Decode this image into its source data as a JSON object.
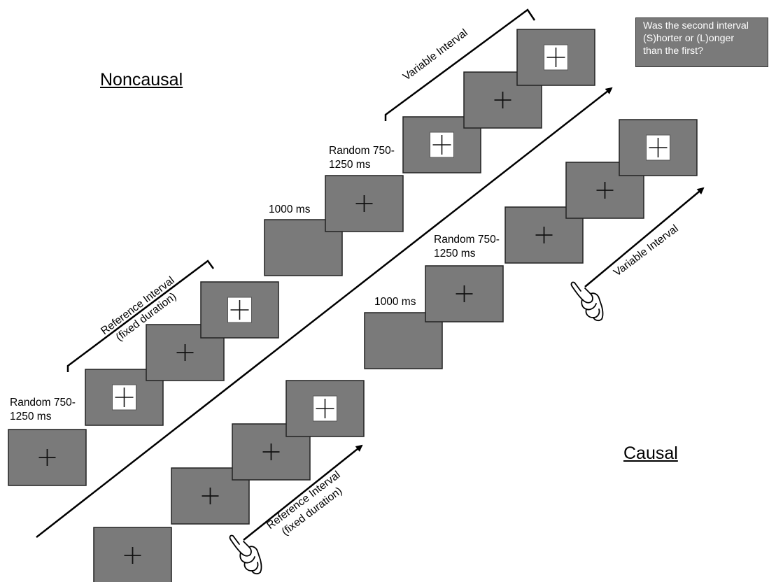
{
  "colors": {
    "screen": "#7a7a7a",
    "screen_border": "#222222",
    "fixation": "#111111",
    "flash": "#ffffff",
    "line": "#000000"
  },
  "noncausal": {
    "title": "Noncausal",
    "reference_label_line1": "Reference Interval",
    "reference_label_line2": "(fixed duration)",
    "variable_label": "Variable Interval",
    "random_label_1": "Random 750-",
    "random_label_2": "1250 ms",
    "blank_label": "1000 ms",
    "random2_label_1": "Random 750-",
    "random2_label_2": "1250 ms"
  },
  "causal": {
    "title": "Causal",
    "reference_label_line1": "Reference Interval",
    "reference_label_line2": "(fixed duration)",
    "variable_label": "Variable Interval",
    "blank_label": "1000 ms",
    "random_label_1": "Random 750-",
    "random_label_2": "1250 ms"
  },
  "question": {
    "line1": "Was the second interval",
    "line2": "(S)horter or (L)onger",
    "line3": "than the first?"
  },
  "icons": {
    "hand": "pointing-hand-icon",
    "fixation": "fixation-cross-icon",
    "flash": "flash-square-icon"
  }
}
